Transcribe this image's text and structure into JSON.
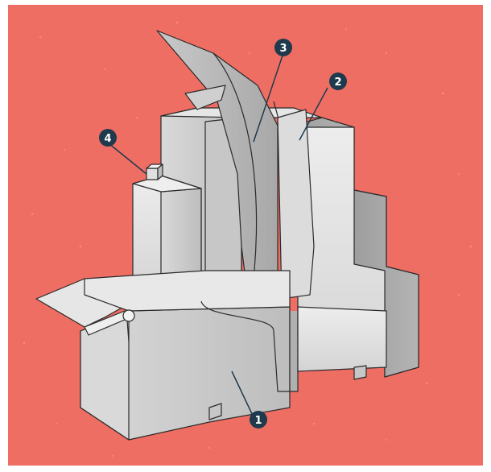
{
  "figure": {
    "background_color": "#EF6E64",
    "callout_color": "#1E3A4C",
    "callouts": [
      {
        "id": "1",
        "label": "1"
      },
      {
        "id": "2",
        "label": "2"
      },
      {
        "id": "3",
        "label": "3"
      },
      {
        "id": "4",
        "label": "4"
      }
    ]
  }
}
